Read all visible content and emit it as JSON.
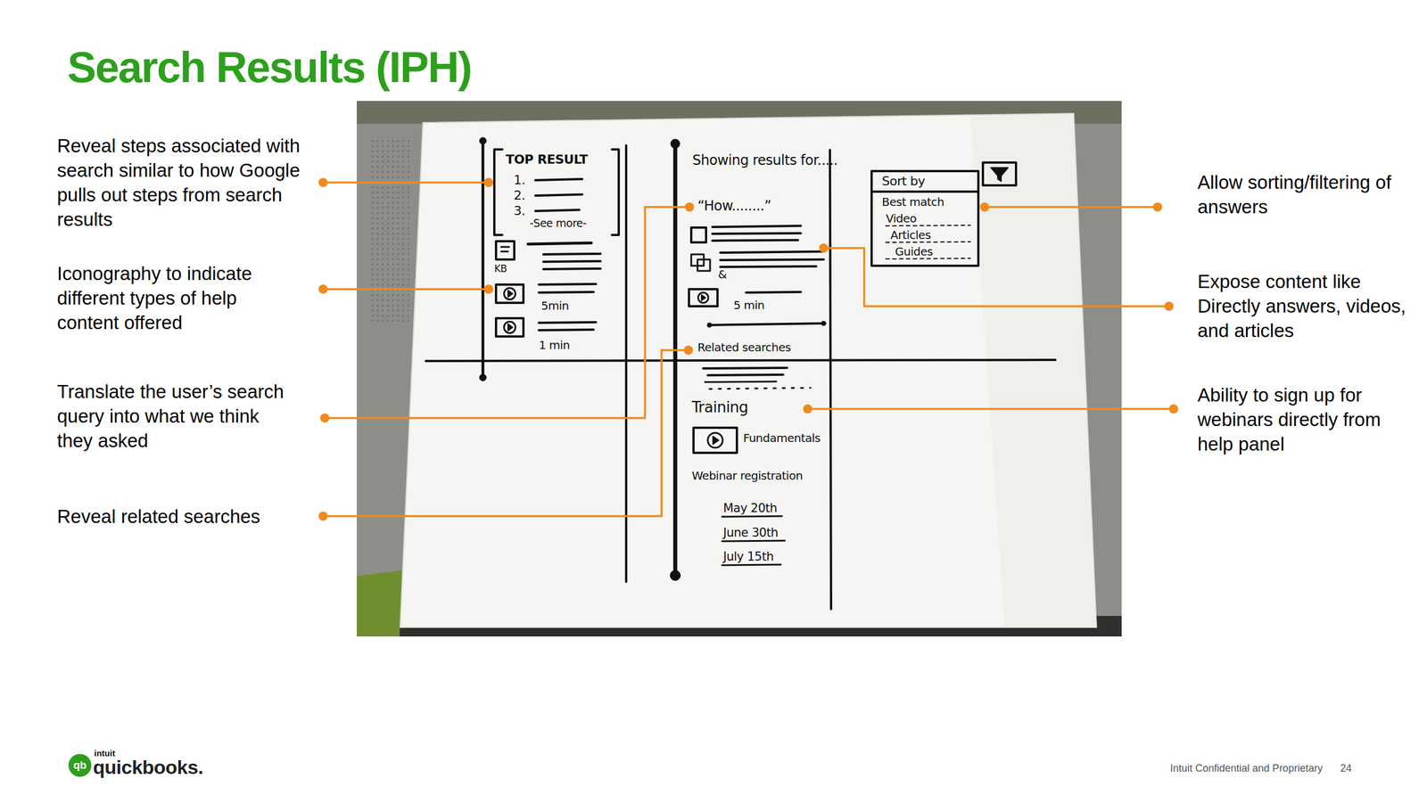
{
  "diagram": {
    "title": "Search Results (IPH)",
    "labels": [
      "Reveal steps associated with search similar to how Google pulls out steps from search results",
      "Iconography to indicate different types of help content offered",
      "Translate the user’s search query into what we think they asked",
      "Reveal related searches",
      "Allow sorting/filtering of answers",
      "Expose content like Directly answers, videos, and articles",
      "Ability to sign up for webinars directly from help panel",
      "TOP RESULT",
      "1.",
      "2.",
      "3.",
      "-See more-",
      "KB",
      "5min",
      "1 min",
      "Showing results for.....",
      "“How........”",
      "&",
      "5 min",
      "Related searches",
      "Training",
      "Fundamentals",
      "Webinar registration",
      "May 20th",
      "June 30th",
      "July 15th",
      "Sort by",
      "Best match",
      "Video",
      "Articles",
      "Guides",
      "qb",
      "intuit",
      "quickbooks.",
      "Intuit Confidential and Proprietary",
      "24"
    ]
  }
}
